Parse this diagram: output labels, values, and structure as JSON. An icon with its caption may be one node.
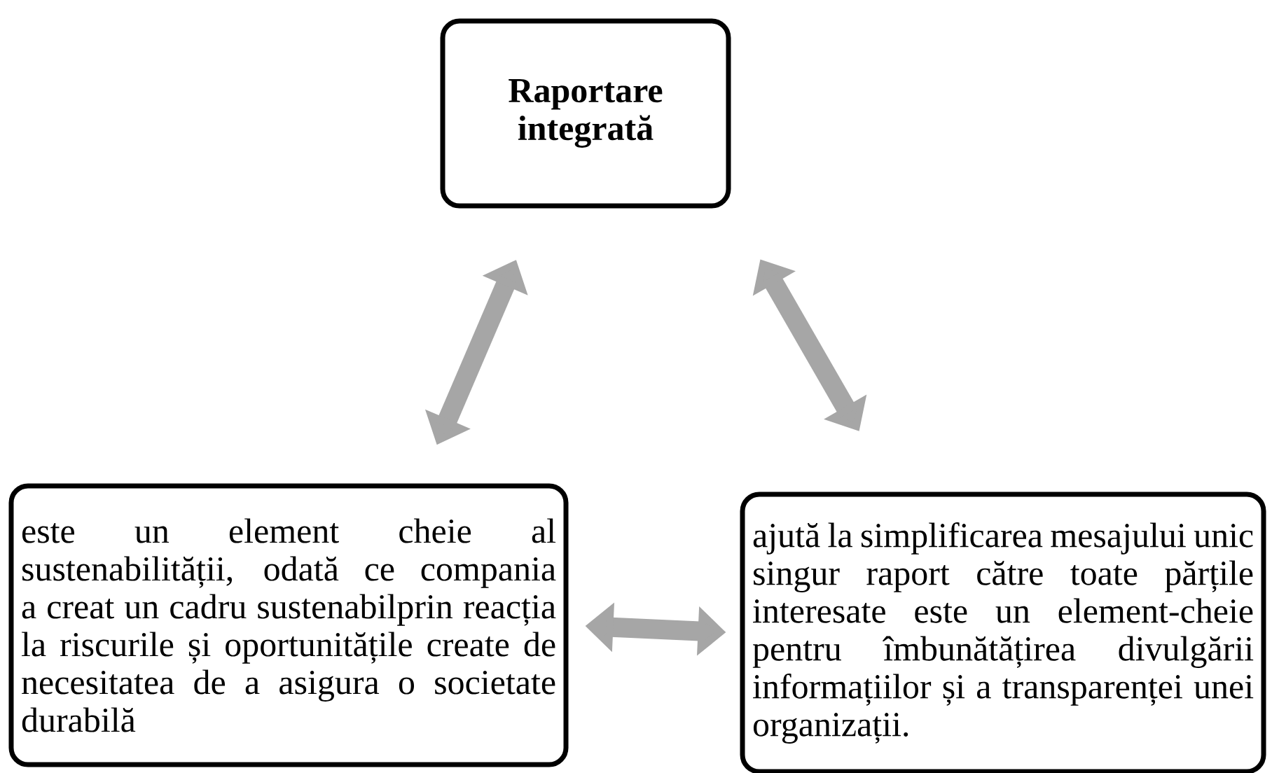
{
  "diagram": {
    "nodes": [
      {
        "text": [
          "Raportare integrată"
        ]
      },
      {
        "text": [
          "este un element cheie al sustenabilității, odată ce compania a creat un cadru sustenabilprin reacția la riscurile și oportunitățile create de necesitatea de a asigura o societate durabilă"
        ]
      },
      {
        "text": [
          "ajută la simplificarea mesajului unic singur raport către toate părțile interesate este un element-cheie pentru îmbunătățirea divulgării informațiilor și a transparenței unei organizații."
        ]
      }
    ],
    "edges": [
      {
        "from": 1,
        "to": 0,
        "arrow": "both"
      },
      {
        "from": 0,
        "to": 2,
        "arrow": "both"
      },
      {
        "from": 1,
        "to": 2,
        "arrow": "both"
      }
    ]
  }
}
